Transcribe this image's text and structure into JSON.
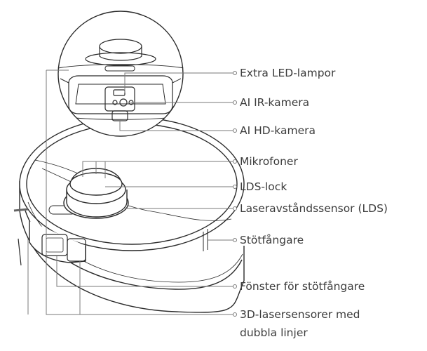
{
  "labels": {
    "extra_led": "Extra LED-lampor",
    "ai_ir_camera": "AI IR-kamera",
    "ai_hd_camera": "AI HD-kamera",
    "microphones": "Mikrofoner",
    "lds_cover": "LDS-lock",
    "lds_sensor": "Laseravståndssensor (LDS)",
    "bumper": "Stötfångare",
    "bumper_window": "Fönster för stötfångare",
    "lasersensor_line1": "3D-lasersensorer med",
    "lasersensor_line2": "dubbla linjer"
  },
  "colors": {
    "line": "#7a7a7a",
    "outline": "#2a2a2a",
    "text": "#3c3c3c"
  }
}
